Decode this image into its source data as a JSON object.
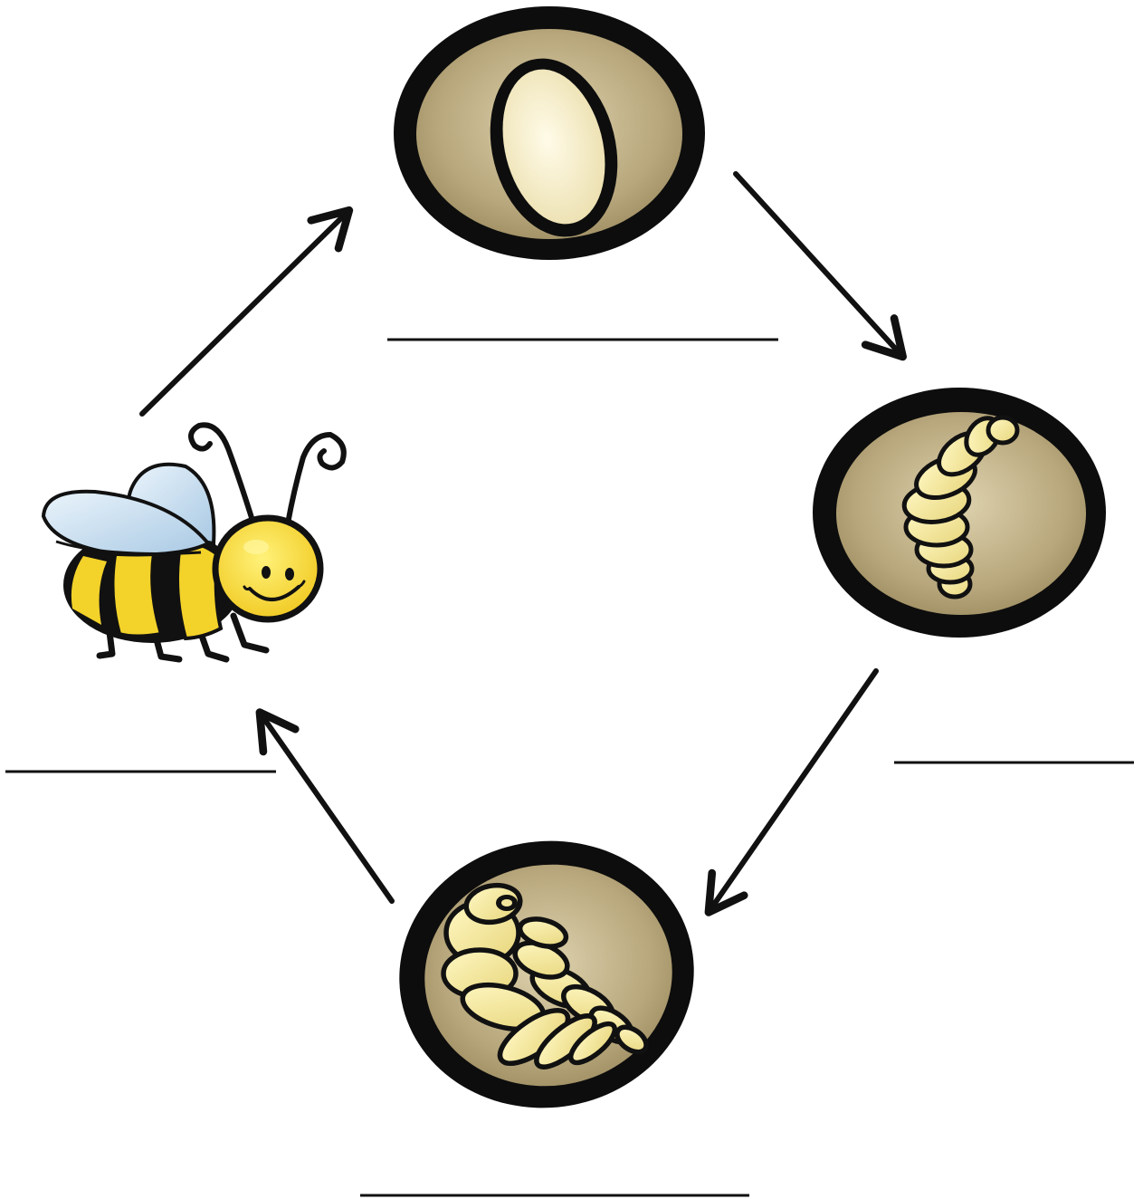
{
  "diagram": {
    "type": "cycle",
    "stages": [
      {
        "id": "egg",
        "icon": "bee-egg-icon",
        "label": ""
      },
      {
        "id": "larva",
        "icon": "bee-larva-icon",
        "label": ""
      },
      {
        "id": "pupa",
        "icon": "bee-pupa-icon",
        "label": ""
      },
      {
        "id": "adult",
        "icon": "adult-bee-icon",
        "label": ""
      }
    ],
    "colors": {
      "outline": "#0d0d0d",
      "cell": "#b5a478",
      "cell_light": "#d8cca6",
      "cream": "#f6efcf",
      "yellow": "#f4e38a",
      "bee_yellow": "#f3d22a",
      "wing": "#c9dff0",
      "arrow": "#111111"
    }
  }
}
